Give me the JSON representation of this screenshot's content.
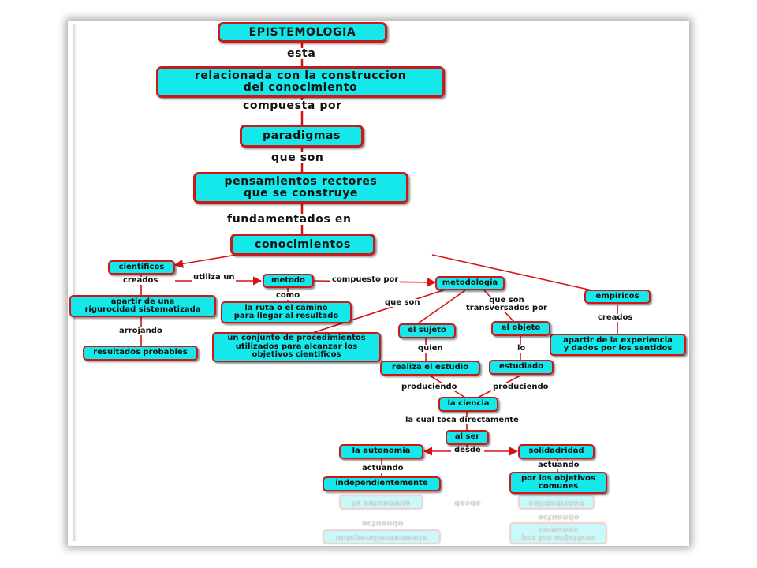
{
  "colors": {
    "node_fill": "#14e8ea",
    "node_border": "#c81a1a",
    "edge": "#d31313",
    "text": "#111111"
  },
  "nodes": {
    "epistemologia": "EPISTEMOLOGIA",
    "relacionada": "relacionada con la construccion\ndel conocimiento",
    "paradigmas": "paradigmas",
    "pensamientos": "pensamientos rectores\nque se construye",
    "conocimientos": "conocimientos",
    "cientificos": "cientificos",
    "rigurocidad": "apartir de una\nrigurocidad  sistematizada",
    "resultados": "resultados probables",
    "metodo": "metodo",
    "ruta": "la ruta o el camino\npara llegar al resultado",
    "metodologia": "metodologia",
    "conjunto": "un conjunto de procedimientos\nutilizados para alcanzar los\nobjetivos cientificos",
    "empiricos": "empiricos",
    "experiencia": "apartir de la experiencia\ny dados por los sentidos",
    "sujeto": "el sujeto",
    "objeto": "el objeto",
    "realiza": "realiza el estudio",
    "estudiado": "estudiado",
    "ciencia": "la ciencia",
    "alser": "al ser",
    "autonomia": "la autonomia",
    "solidaridad": "solidadridad",
    "independientemente": "independientemente",
    "objetivos_comunes": "por los objetivos\ncomunes"
  },
  "labels": {
    "esta": "esta",
    "compuesta_por": "compuesta por",
    "que_son_1": "que son",
    "fundamentados_en": "fundamentados en",
    "creados_1": "creados",
    "arrojando": "arrojando",
    "utiliza_un": "utiliza un",
    "como": "como",
    "compuesto_por": "compuesto por",
    "que_son_2": "que son",
    "que_son_transversados": "que son\ntransversados por",
    "creados_2": "creados",
    "quien": "quien",
    "lo": "lo",
    "produciendo_1": "produciendo",
    "produciendo_2": "produciendo",
    "la_cual_toca": "la cual toca directamente",
    "desde": "desde",
    "actuando_1": "actuando",
    "actuando_2": "actuando"
  },
  "reflection": {
    "independientemente": "independientemente",
    "objetivos_comunes": "por los objetivos\ncomunes",
    "actuando_1": "actuando",
    "actuando_2": "actuando",
    "autonomia": "la autonomia",
    "desde": "desde",
    "solidaridad": "solidadridad"
  }
}
